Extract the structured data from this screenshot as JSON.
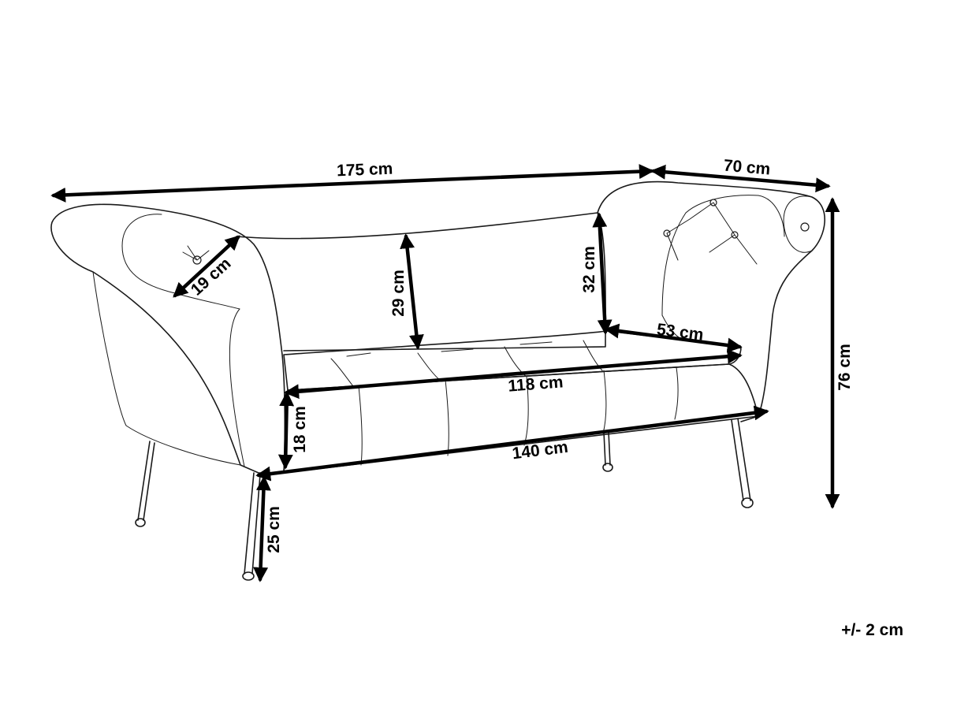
{
  "dimensions": {
    "total_width": "175 cm",
    "total_depth": "70 cm",
    "total_height": "76 cm",
    "armrest_roll": "19 cm",
    "back_height_left": "29 cm",
    "back_height_right": "32 cm",
    "seat_depth": "53 cm",
    "seat_width": "118 cm",
    "seat_cushion_height": "18 cm",
    "base_width": "140 cm",
    "leg_height": "25 cm"
  },
  "tolerance": "+/- 2 cm",
  "colors": {
    "line": "#1a1a1a",
    "dimension_arrow": "#000000",
    "background": "#ffffff"
  }
}
